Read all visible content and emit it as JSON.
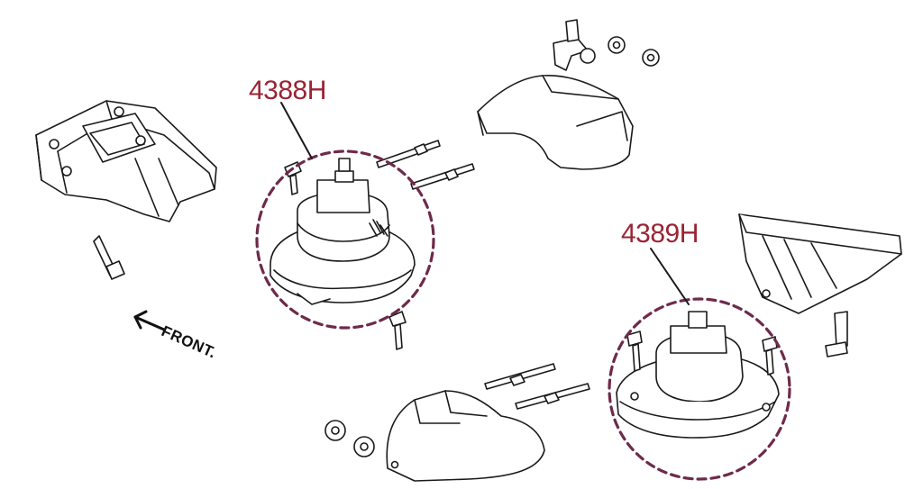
{
  "callouts": [
    {
      "part_number": "4388H"
    },
    {
      "part_number": "4389H"
    }
  ],
  "direction_label": "FRONT.",
  "colors": {
    "callout_color": "#9b2335",
    "line_color": "#1a1a1a",
    "part_fill": "#ffffff"
  },
  "icons": [
    "front-arrow-icon"
  ]
}
